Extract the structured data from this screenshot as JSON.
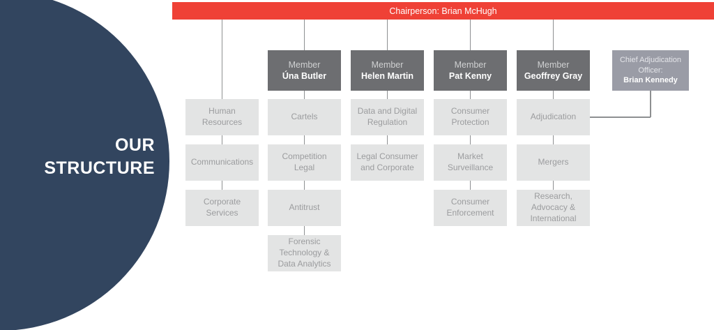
{
  "brand": {
    "title_line1": "OUR",
    "title_line2": "STRUCTURE",
    "bg_color": "#32455f"
  },
  "chair": {
    "label": "Chairperson: Brian McHugh",
    "bg_color": "#ef4136"
  },
  "colors": {
    "member_box": "#6d6e71",
    "officer_box": "#9a9ca6",
    "unit_box": "#e3e4e4",
    "connector": "#8d8f91",
    "unit_text": "#9b9c9e"
  },
  "officer": {
    "role_line1": "Chief Adjudication",
    "role_line2": "Officer:",
    "person": "Brian Kennedy"
  },
  "columns": [
    {
      "key": "corporate",
      "member": null,
      "units": [
        "Human\nResources",
        "Communications",
        "Corporate\nServices"
      ]
    },
    {
      "key": "una-butler",
      "member": {
        "role": "Member",
        "person": "Úna Butler"
      },
      "units": [
        "Cartels",
        "Competition\nLegal",
        "Antitrust",
        "Forensic\nTechnology &\nData Analytics"
      ]
    },
    {
      "key": "helen-martin",
      "member": {
        "role": "Member",
        "person": "Helen Martin"
      },
      "units": [
        "Data and Digital\nRegulation",
        "Legal Consumer\nand Corporate"
      ]
    },
    {
      "key": "pat-kenny",
      "member": {
        "role": "Member",
        "person": "Pat Kenny"
      },
      "units": [
        "Consumer\nProtection",
        "Market\nSurveillance",
        "Consumer\nEnforcement"
      ]
    },
    {
      "key": "geoffrey-gray",
      "member": {
        "role": "Member",
        "person": "Geoffrey Gray"
      },
      "units": [
        "Adjudication",
        "Mergers",
        "Research,\nAdvocacy &\nInternational"
      ]
    }
  ]
}
